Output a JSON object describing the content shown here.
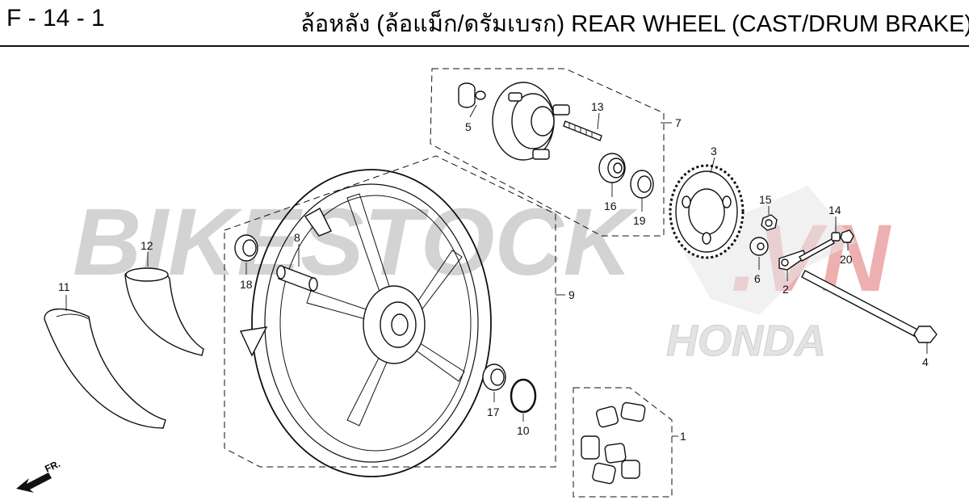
{
  "header": {
    "page_code": "F - 14 - 1",
    "title": "ล้อหลัง (ล้อแม็ก/ดรัมเบรก)  REAR WHEEL (CAST/DRUM BRAKE)"
  },
  "watermark": {
    "text_main": "BIKESTOCK",
    "text_accent": ".VN",
    "brand": "HONDA",
    "main_color": "#c8c8c8",
    "accent_color": "#e8a0a0"
  },
  "direction_marker": {
    "label": "FR.",
    "icon": "arrow-down-left-icon"
  },
  "callouts": {
    "c1": "1",
    "c2": "2",
    "c3": "3",
    "c4": "4",
    "c5": "5",
    "c6": "6",
    "c7": "7",
    "c8": "8",
    "c9": "9",
    "c10": "10",
    "c11": "11",
    "c12": "12",
    "c13": "13",
    "c14": "14",
    "c15": "15",
    "c16": "16",
    "c17": "17",
    "c18": "18",
    "c19": "19",
    "c20": "20"
  }
}
